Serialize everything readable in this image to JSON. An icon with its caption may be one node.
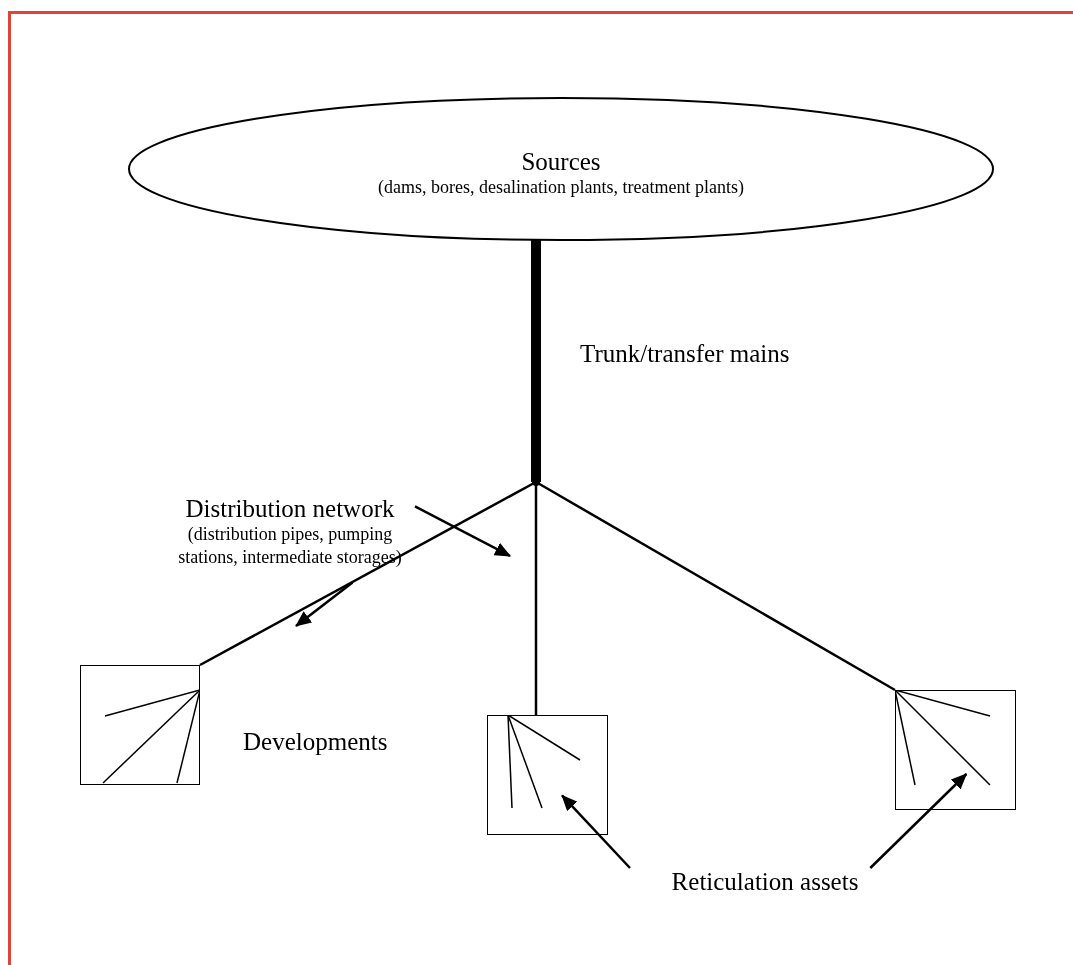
{
  "diagram": {
    "nodes": [
      {
        "text": [
          "Sources",
          "(dams, bores, desalination plants, treatment plants)"
        ]
      },
      {
        "text": [],
        "shape": "point"
      },
      {
        "text": [
          "Distribution network",
          "(distribution pipes, pumping stations, intermediate storages)"
        ]
      },
      {
        "text": [],
        "shape": "box"
      },
      {
        "text": [],
        "shape": "box"
      },
      {
        "text": [],
        "shape": "box"
      },
      {
        "text": [
          "Reticulation assets"
        ]
      }
    ],
    "edges": [
      {
        "from": 0,
        "to": 1,
        "arrow": "none",
        "style": "thick"
      },
      {
        "from": 1,
        "to": 3,
        "arrow": "none"
      },
      {
        "from": 1,
        "to": 4,
        "arrow": "none"
      },
      {
        "from": 1,
        "to": 5,
        "arrow": "none"
      },
      {
        "from": 2,
        "to": null,
        "arrow": "to"
      },
      {
        "from": 2,
        "to": null,
        "arrow": "to"
      },
      {
        "from": 6,
        "to": 4,
        "arrow": "to"
      },
      {
        "from": 6,
        "to": 5,
        "arrow": "to"
      }
    ],
    "labels": [
      "Trunk/transfer mains",
      "Developments"
    ]
  }
}
